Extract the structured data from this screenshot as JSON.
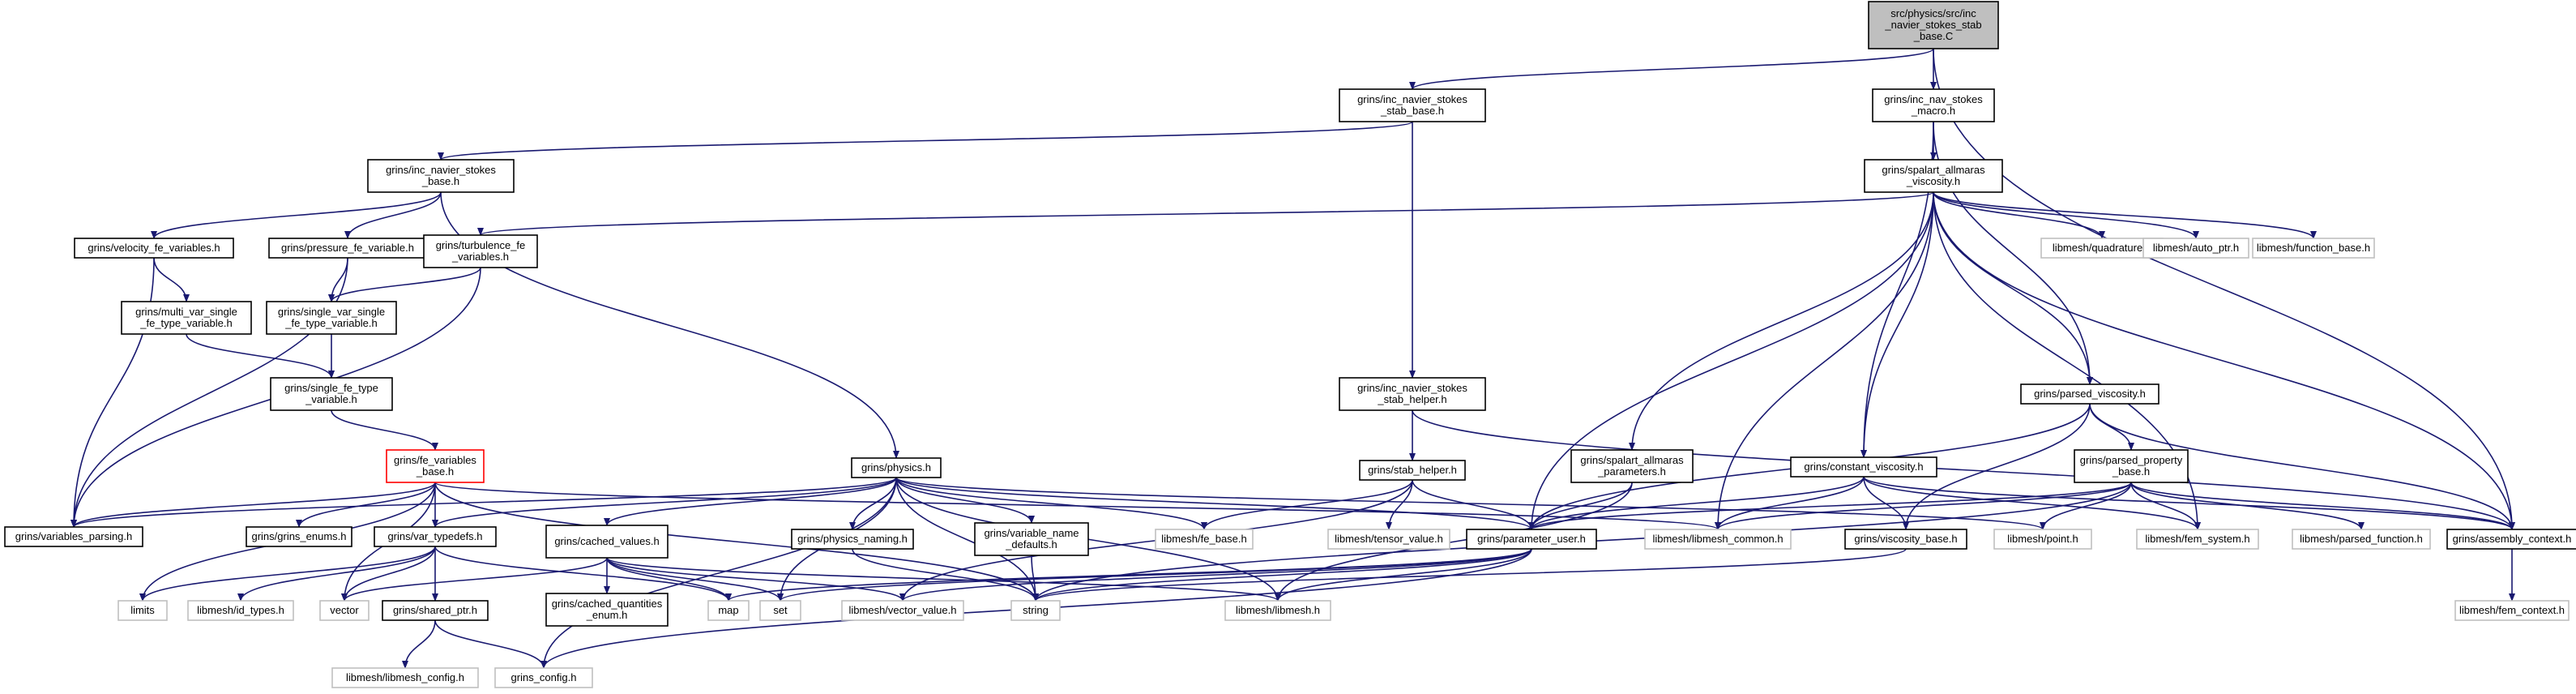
{
  "colors": {
    "edge": "#191970",
    "node_border": "#000000",
    "node_border_undocumented": "#bfbfbf",
    "node_border_highlight": "#ff0000",
    "root_fill": "#bfbfbf",
    "text": "#000000"
  },
  "nodes": [
    {
      "id": "root",
      "lines": [
        "src/physics/src/inc",
        "_navier_stokes_stab",
        "_base.C"
      ],
      "style": "root"
    },
    {
      "id": "inc_ns_stab_base",
      "lines": [
        "grins/inc_navier_stokes",
        "_stab_base.h"
      ],
      "style": "doc"
    },
    {
      "id": "inc_nav_macro",
      "lines": [
        "grins/inc_nav_stokes",
        "_macro.h"
      ],
      "style": "doc"
    },
    {
      "id": "inc_ns_base",
      "lines": [
        "grins/inc_navier_stokes",
        "_base.h"
      ],
      "style": "doc"
    },
    {
      "id": "spalart_visc",
      "lines": [
        "grins/spalart_allmaras",
        "_viscosity.h"
      ],
      "style": "doc"
    },
    {
      "id": "velocity_fe",
      "lines": [
        "grins/velocity_fe_variables.h"
      ],
      "style": "doc"
    },
    {
      "id": "pressure_fe",
      "lines": [
        "grins/pressure_fe_variable.h"
      ],
      "style": "doc"
    },
    {
      "id": "turbulence_fe",
      "lines": [
        "grins/turbulence_fe",
        "_variables.h"
      ],
      "style": "doc"
    },
    {
      "id": "lm_quadrature",
      "lines": [
        "libmesh/quadrature.h"
      ],
      "style": "ext"
    },
    {
      "id": "lm_auto_ptr",
      "lines": [
        "libmesh/auto_ptr.h"
      ],
      "style": "ext"
    },
    {
      "id": "lm_function_base",
      "lines": [
        "libmesh/function_base.h"
      ],
      "style": "ext"
    },
    {
      "id": "multi_var",
      "lines": [
        "grins/multi_var_single",
        "_fe_type_variable.h"
      ],
      "style": "doc"
    },
    {
      "id": "single_var",
      "lines": [
        "grins/single_var_single",
        "_fe_type_variable.h"
      ],
      "style": "doc"
    },
    {
      "id": "single_fe_type",
      "lines": [
        "grins/single_fe_type",
        "_variable.h"
      ],
      "style": "doc"
    },
    {
      "id": "inc_ns_stab_helper",
      "lines": [
        "grins/inc_navier_stokes",
        "_stab_helper.h"
      ],
      "style": "doc"
    },
    {
      "id": "parsed_visc",
      "lines": [
        "grins/parsed_viscosity.h"
      ],
      "style": "doc"
    },
    {
      "id": "fe_variables_base",
      "lines": [
        "grins/fe_variables",
        "_base.h"
      ],
      "style": "highlight"
    },
    {
      "id": "physics",
      "lines": [
        "grins/physics.h"
      ],
      "style": "doc"
    },
    {
      "id": "stab_helper",
      "lines": [
        "grins/stab_helper.h"
      ],
      "style": "doc"
    },
    {
      "id": "spalart_params",
      "lines": [
        "grins/spalart_allmaras",
        "_parameters.h"
      ],
      "style": "doc"
    },
    {
      "id": "constant_visc",
      "lines": [
        "grins/constant_viscosity.h"
      ],
      "style": "doc"
    },
    {
      "id": "parsed_property",
      "lines": [
        "grins/parsed_property",
        "_base.h"
      ],
      "style": "doc"
    },
    {
      "id": "variables_parsing",
      "lines": [
        "grins/variables_parsing.h"
      ],
      "style": "doc"
    },
    {
      "id": "grins_enums",
      "lines": [
        "grins/grins_enums.h"
      ],
      "style": "doc"
    },
    {
      "id": "var_typedefs",
      "lines": [
        "grins/var_typedefs.h"
      ],
      "style": "doc"
    },
    {
      "id": "cached_values",
      "lines": [
        "grins/cached_values.h"
      ],
      "style": "doc"
    },
    {
      "id": "physics_naming",
      "lines": [
        "grins/physics_naming.h"
      ],
      "style": "doc"
    },
    {
      "id": "variable_name_defaults",
      "lines": [
        "grins/variable_name",
        "_defaults.h"
      ],
      "style": "doc"
    },
    {
      "id": "lm_fe_base",
      "lines": [
        "libmesh/fe_base.h"
      ],
      "style": "ext"
    },
    {
      "id": "lm_tensor_value",
      "lines": [
        "libmesh/tensor_value.h"
      ],
      "style": "ext"
    },
    {
      "id": "parameter_user",
      "lines": [
        "grins/parameter_user.h"
      ],
      "style": "doc"
    },
    {
      "id": "lm_libmesh_common",
      "lines": [
        "libmesh/libmesh_common.h"
      ],
      "style": "ext"
    },
    {
      "id": "viscosity_base",
      "lines": [
        "grins/viscosity_base.h"
      ],
      "style": "doc"
    },
    {
      "id": "lm_point",
      "lines": [
        "libmesh/point.h"
      ],
      "style": "ext"
    },
    {
      "id": "lm_fem_system",
      "lines": [
        "libmesh/fem_system.h"
      ],
      "style": "ext"
    },
    {
      "id": "lm_parsed_function",
      "lines": [
        "libmesh/parsed_function.h"
      ],
      "style": "ext"
    },
    {
      "id": "assembly_context",
      "lines": [
        "grins/assembly_context.h"
      ],
      "style": "doc"
    },
    {
      "id": "limits",
      "lines": [
        "limits"
      ],
      "style": "ext"
    },
    {
      "id": "lm_id_types",
      "lines": [
        "libmesh/id_types.h"
      ],
      "style": "ext"
    },
    {
      "id": "vector",
      "lines": [
        "vector"
      ],
      "style": "ext"
    },
    {
      "id": "shared_ptr",
      "lines": [
        "grins/shared_ptr.h"
      ],
      "style": "doc"
    },
    {
      "id": "map",
      "lines": [
        "map"
      ],
      "style": "ext"
    },
    {
      "id": "cached_quantities_enum",
      "lines": [
        "grins/cached_quantities",
        "_enum.h"
      ],
      "style": "doc"
    },
    {
      "id": "set",
      "lines": [
        "set"
      ],
      "style": "ext"
    },
    {
      "id": "lm_vector_value",
      "lines": [
        "libmesh/vector_value.h"
      ],
      "style": "ext"
    },
    {
      "id": "string",
      "lines": [
        "string"
      ],
      "style": "ext"
    },
    {
      "id": "lm_libmesh",
      "lines": [
        "libmesh/libmesh.h"
      ],
      "style": "ext"
    },
    {
      "id": "lm_libmesh_config",
      "lines": [
        "libmesh/libmesh_config.h"
      ],
      "style": "ext"
    },
    {
      "id": "grins_config",
      "lines": [
        "grins_config.h"
      ],
      "style": "ext"
    },
    {
      "id": "lm_fem_context",
      "lines": [
        "libmesh/fem_context.h"
      ],
      "style": "ext"
    }
  ],
  "edges": [
    [
      "root",
      "inc_ns_stab_base"
    ],
    [
      "root",
      "inc_nav_macro"
    ],
    [
      "root",
      "assembly_context"
    ],
    [
      "inc_ns_stab_base",
      "inc_ns_base"
    ],
    [
      "inc_ns_stab_base",
      "inc_ns_stab_helper"
    ],
    [
      "inc_nav_macro",
      "spalart_visc"
    ],
    [
      "inc_nav_macro",
      "constant_visc"
    ],
    [
      "inc_nav_macro",
      "parsed_visc"
    ],
    [
      "inc_ns_base",
      "velocity_fe"
    ],
    [
      "inc_ns_base",
      "pressure_fe"
    ],
    [
      "inc_ns_base",
      "physics"
    ],
    [
      "spalart_visc",
      "turbulence_fe"
    ],
    [
      "spalart_visc",
      "lm_quadrature"
    ],
    [
      "spalart_visc",
      "lm_auto_ptr"
    ],
    [
      "spalart_visc",
      "lm_function_base"
    ],
    [
      "spalart_visc",
      "parsed_visc"
    ],
    [
      "spalart_visc",
      "spalart_params"
    ],
    [
      "spalart_visc",
      "constant_visc"
    ],
    [
      "spalart_visc",
      "parameter_user"
    ],
    [
      "spalart_visc",
      "lm_libmesh_common"
    ],
    [
      "spalart_visc",
      "lm_fem_system"
    ],
    [
      "spalart_visc",
      "assembly_context"
    ],
    [
      "velocity_fe",
      "multi_var"
    ],
    [
      "velocity_fe",
      "variables_parsing"
    ],
    [
      "pressure_fe",
      "single_var"
    ],
    [
      "pressure_fe",
      "variables_parsing"
    ],
    [
      "turbulence_fe",
      "single_var"
    ],
    [
      "turbulence_fe",
      "variables_parsing"
    ],
    [
      "multi_var",
      "single_fe_type"
    ],
    [
      "single_var",
      "single_fe_type"
    ],
    [
      "single_fe_type",
      "fe_variables_base"
    ],
    [
      "inc_ns_stab_helper",
      "stab_helper"
    ],
    [
      "inc_ns_stab_helper",
      "assembly_context"
    ],
    [
      "parsed_visc",
      "parameter_user"
    ],
    [
      "parsed_visc",
      "viscosity_base"
    ],
    [
      "parsed_visc",
      "parsed_property"
    ],
    [
      "parsed_visc",
      "assembly_context"
    ],
    [
      "fe_variables_base",
      "variables_parsing"
    ],
    [
      "fe_variables_base",
      "grins_enums"
    ],
    [
      "fe_variables_base",
      "var_typedefs"
    ],
    [
      "fe_variables_base",
      "limits"
    ],
    [
      "fe_variables_base",
      "vector"
    ],
    [
      "fe_variables_base",
      "string"
    ],
    [
      "fe_variables_base",
      "lm_libmesh_common"
    ],
    [
      "physics",
      "variables_parsing"
    ],
    [
      "physics",
      "var_typedefs"
    ],
    [
      "physics",
      "cached_values"
    ],
    [
      "physics",
      "physics_naming"
    ],
    [
      "physics",
      "variable_name_defaults"
    ],
    [
      "physics",
      "lm_fe_base"
    ],
    [
      "physics",
      "parameter_user"
    ],
    [
      "physics",
      "lm_point"
    ],
    [
      "physics",
      "set"
    ],
    [
      "physics",
      "string"
    ],
    [
      "physics",
      "lm_libmesh"
    ],
    [
      "physics",
      "grins_config"
    ],
    [
      "stab_helper",
      "lm_fe_base"
    ],
    [
      "stab_helper",
      "lm_tensor_value"
    ],
    [
      "stab_helper",
      "parameter_user"
    ],
    [
      "stab_helper",
      "lm_vector_value"
    ],
    [
      "spalart_params",
      "parameter_user"
    ],
    [
      "spalart_params",
      "lm_libmesh"
    ],
    [
      "constant_visc",
      "parameter_user"
    ],
    [
      "constant_visc",
      "lm_libmesh_common"
    ],
    [
      "constant_visc",
      "viscosity_base"
    ],
    [
      "constant_visc",
      "lm_fem_system"
    ],
    [
      "constant_visc",
      "assembly_context"
    ],
    [
      "parsed_property",
      "parameter_user"
    ],
    [
      "parsed_property",
      "lm_libmesh_common"
    ],
    [
      "parsed_property",
      "lm_point"
    ],
    [
      "parsed_property",
      "lm_fem_system"
    ],
    [
      "parsed_property",
      "lm_parsed_function"
    ],
    [
      "parsed_property",
      "string"
    ],
    [
      "parsed_property",
      "assembly_context"
    ],
    [
      "var_typedefs",
      "limits"
    ],
    [
      "var_typedefs",
      "lm_id_types"
    ],
    [
      "var_typedefs",
      "shared_ptr"
    ],
    [
      "var_typedefs",
      "vector"
    ],
    [
      "var_typedefs",
      "map"
    ],
    [
      "cached_values",
      "cached_quantities_enum"
    ],
    [
      "cached_values",
      "vector"
    ],
    [
      "cached_values",
      "map"
    ],
    [
      "cached_values",
      "set"
    ],
    [
      "cached_values",
      "lm_vector_value"
    ],
    [
      "cached_values",
      "lm_libmesh"
    ],
    [
      "variable_name_defaults",
      "string"
    ],
    [
      "physics_naming",
      "string"
    ],
    [
      "parameter_user",
      "map"
    ],
    [
      "parameter_user",
      "set"
    ],
    [
      "parameter_user",
      "lm_vector_value"
    ],
    [
      "parameter_user",
      "string"
    ],
    [
      "parameter_user",
      "lm_libmesh"
    ],
    [
      "parameter_user",
      "grins_config"
    ],
    [
      "viscosity_base",
      "string"
    ],
    [
      "shared_ptr",
      "lm_libmesh_config"
    ],
    [
      "shared_ptr",
      "grins_config"
    ],
    [
      "assembly_context",
      "lm_fem_context"
    ]
  ]
}
